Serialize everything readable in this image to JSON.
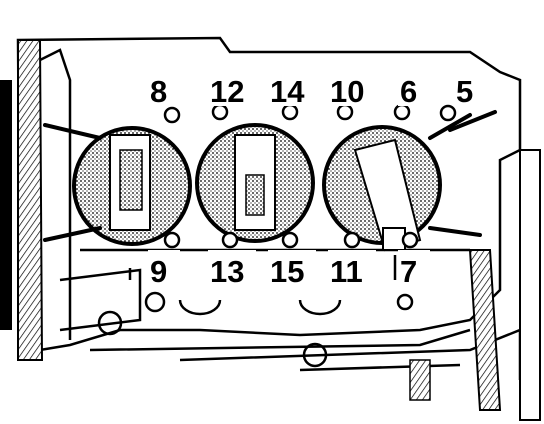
{
  "figure": {
    "callouts_top": [
      "8",
      "12",
      "14",
      "10",
      "6",
      "5"
    ],
    "callouts_bottom": [
      "9",
      "13",
      "15",
      "11",
      "7"
    ]
  }
}
